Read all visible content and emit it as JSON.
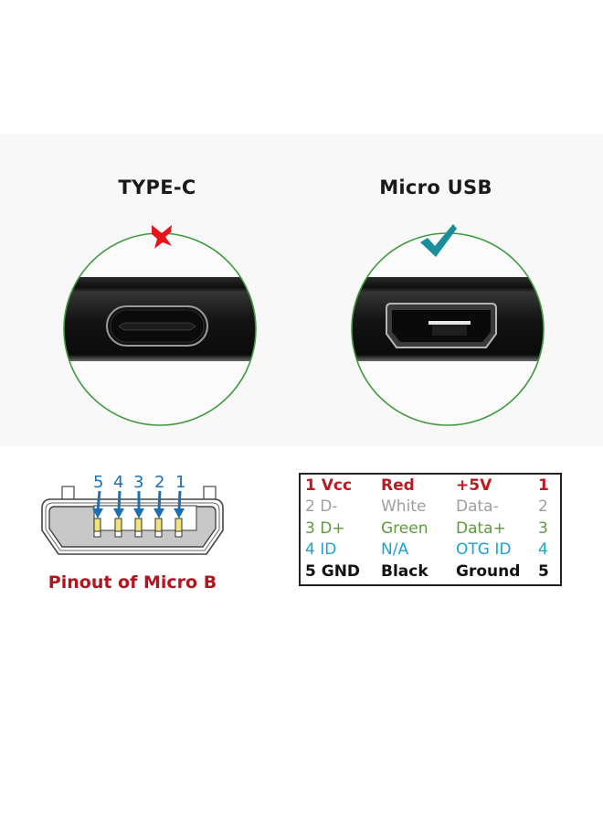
{
  "colors": {
    "panel_bg": "#f8f8f8",
    "circle_ring": "#3f9a3f",
    "cross": "#e8141c",
    "check": "#1b8e9b",
    "pin_arrow": "#1b6fb5",
    "pin_contact": "#f2e27a",
    "caption_red": "#b4151c",
    "vcc": "#c0181f",
    "dminus": "#9e9e9e",
    "dplus": "#5c9a3c",
    "id": "#1aa3cf",
    "gnd": "#111111"
  },
  "comparison": {
    "left": {
      "title": "TYPE-C",
      "status_icon": "cross-icon",
      "status": "incompatible"
    },
    "right": {
      "title": "Micro  USB",
      "status_icon": "check-icon",
      "status": "compatible"
    }
  },
  "pinout": {
    "pin_numbers": [
      "5",
      "4",
      "3",
      "2",
      "1"
    ],
    "caption": "Pinout of Micro B"
  },
  "pin_table": {
    "rows": [
      {
        "pin": "1 Vcc",
        "wire": "Red",
        "signal": "+5V",
        "num": "1",
        "color_key": "vcc"
      },
      {
        "pin": "2 D-",
        "wire": "White",
        "signal": "Data-",
        "num": "2",
        "color_key": "dminus"
      },
      {
        "pin": "3 D+",
        "wire": "Green",
        "signal": "Data+",
        "num": "3",
        "color_key": "dplus"
      },
      {
        "pin": "4 ID",
        "wire": "N/A",
        "signal": "OTG ID",
        "num": "4",
        "color_key": "id"
      },
      {
        "pin": "5 GND",
        "wire": "Black",
        "signal": "Ground",
        "num": "5",
        "color_key": "gnd"
      }
    ]
  }
}
